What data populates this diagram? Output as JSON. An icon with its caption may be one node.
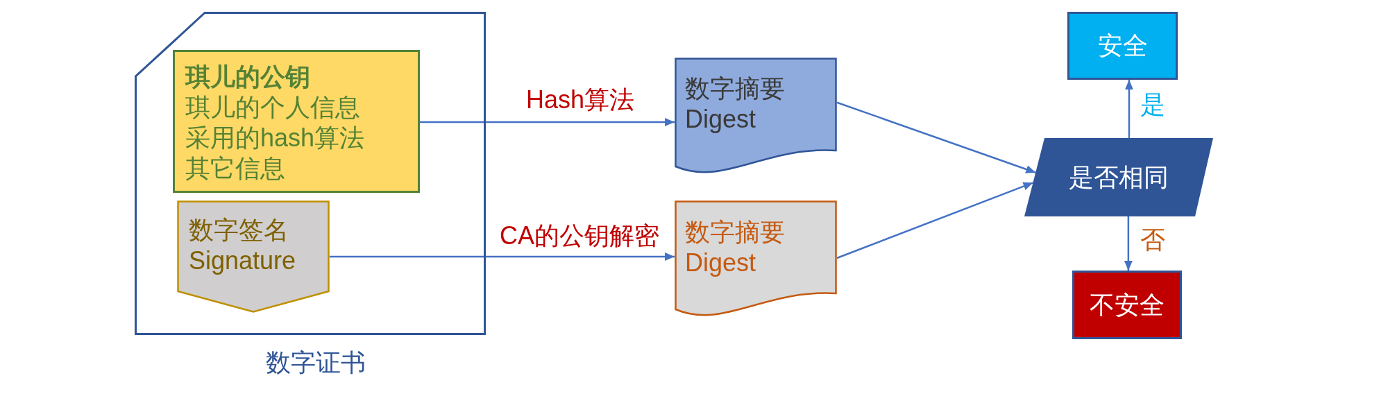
{
  "diagram": {
    "nodes": [
      {
        "text": [
          "数字证书"
        ]
      },
      {
        "text": [
          "琪儿的公钥",
          "琪儿的个人信息",
          "采用的hash算法",
          "其它信息"
        ],
        "in": 0
      },
      {
        "text": [
          "数字签名",
          "Signature"
        ],
        "in": 0
      },
      {
        "text": [
          "数字摘要",
          "Digest"
        ]
      },
      {
        "text": [
          "数字摘要",
          "Digest"
        ]
      },
      {
        "text": [
          "是否相同"
        ]
      },
      {
        "text": [
          "安全"
        ]
      },
      {
        "text": [
          "不安全"
        ]
      }
    ],
    "edges": [
      {
        "from": 1,
        "to": 3,
        "arrow": "to",
        "label": "Hash算法"
      },
      {
        "from": 2,
        "to": 4,
        "arrow": "to",
        "label": "CA的公钥解密"
      },
      {
        "from": 3,
        "to": 5,
        "arrow": "to"
      },
      {
        "from": 4,
        "to": 5,
        "arrow": "to"
      },
      {
        "from": 5,
        "to": 6,
        "arrow": "to",
        "label": "是"
      },
      {
        "from": 5,
        "to": 7,
        "arrow": "to",
        "label": "否"
      }
    ]
  }
}
